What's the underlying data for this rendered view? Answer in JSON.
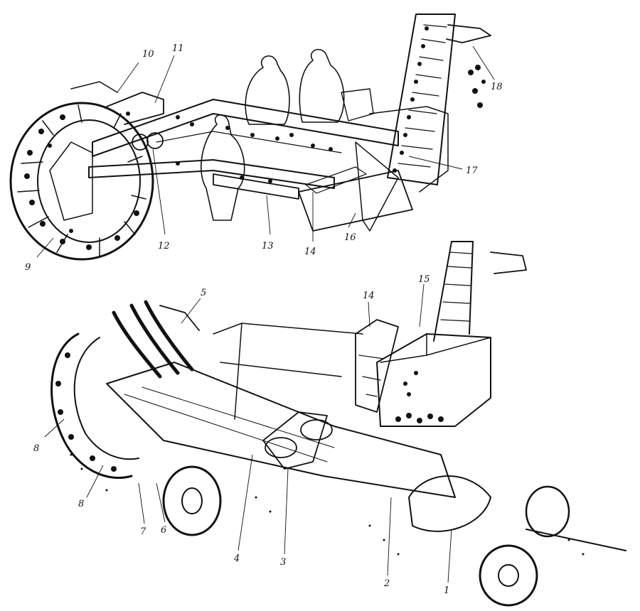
{
  "figure": {
    "callouts": [
      {
        "id": "1",
        "label": "1"
      },
      {
        "id": "2",
        "label": "2"
      },
      {
        "id": "3",
        "label": "3"
      },
      {
        "id": "4",
        "label": "4"
      },
      {
        "id": "5",
        "label": "5"
      },
      {
        "id": "6",
        "label": "6"
      },
      {
        "id": "7",
        "label": "7"
      },
      {
        "id": "8a",
        "label": "8"
      },
      {
        "id": "8b",
        "label": "8"
      },
      {
        "id": "9",
        "label": "9"
      },
      {
        "id": "10",
        "label": "10"
      },
      {
        "id": "11",
        "label": "11"
      },
      {
        "id": "12",
        "label": "12"
      },
      {
        "id": "13",
        "label": "13"
      },
      {
        "id": "14a",
        "label": "14"
      },
      {
        "id": "14b",
        "label": "14"
      },
      {
        "id": "15",
        "label": "15"
      },
      {
        "id": "16",
        "label": "16"
      },
      {
        "id": "17",
        "label": "17"
      },
      {
        "id": "18",
        "label": "18"
      }
    ]
  }
}
